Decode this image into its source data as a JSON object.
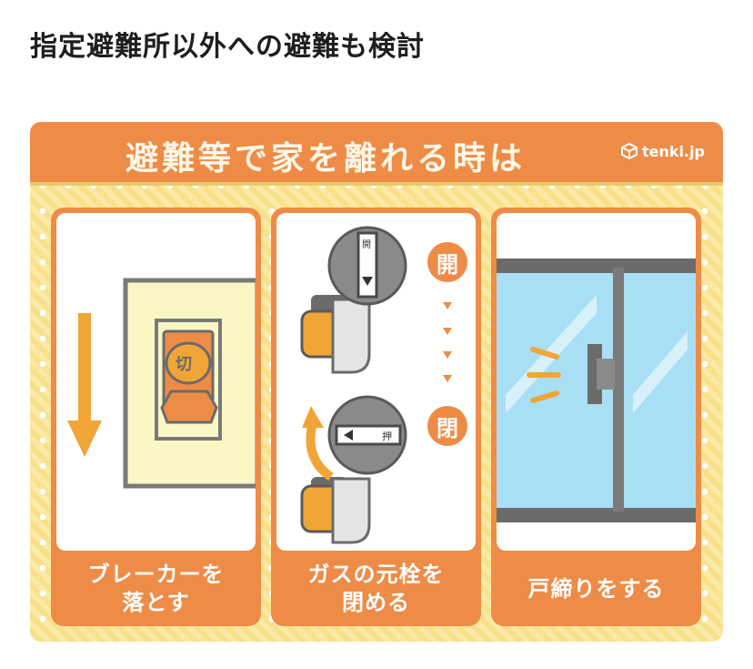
{
  "heading": "指定避難所以外への避難も検討",
  "infographic": {
    "title": "避難等で家を離れる時は",
    "brand": {
      "icon": "cube-logo-icon",
      "name": "tenki.jp"
    },
    "panels": [
      {
        "label": "ブレーカーを\n落とす",
        "switch_text": "切"
      },
      {
        "label": "ガスの元栓を\n閉める",
        "badge_top": "開",
        "badge_bottom": "閉",
        "lever_top": "開",
        "lever_bottom": "押"
      },
      {
        "label": "戸締りをする"
      }
    ],
    "colors": {
      "accent": "#ee8c47",
      "background": "#fbeaa5",
      "glass": "#a9dff5",
      "arrow": "#f0a537"
    }
  }
}
